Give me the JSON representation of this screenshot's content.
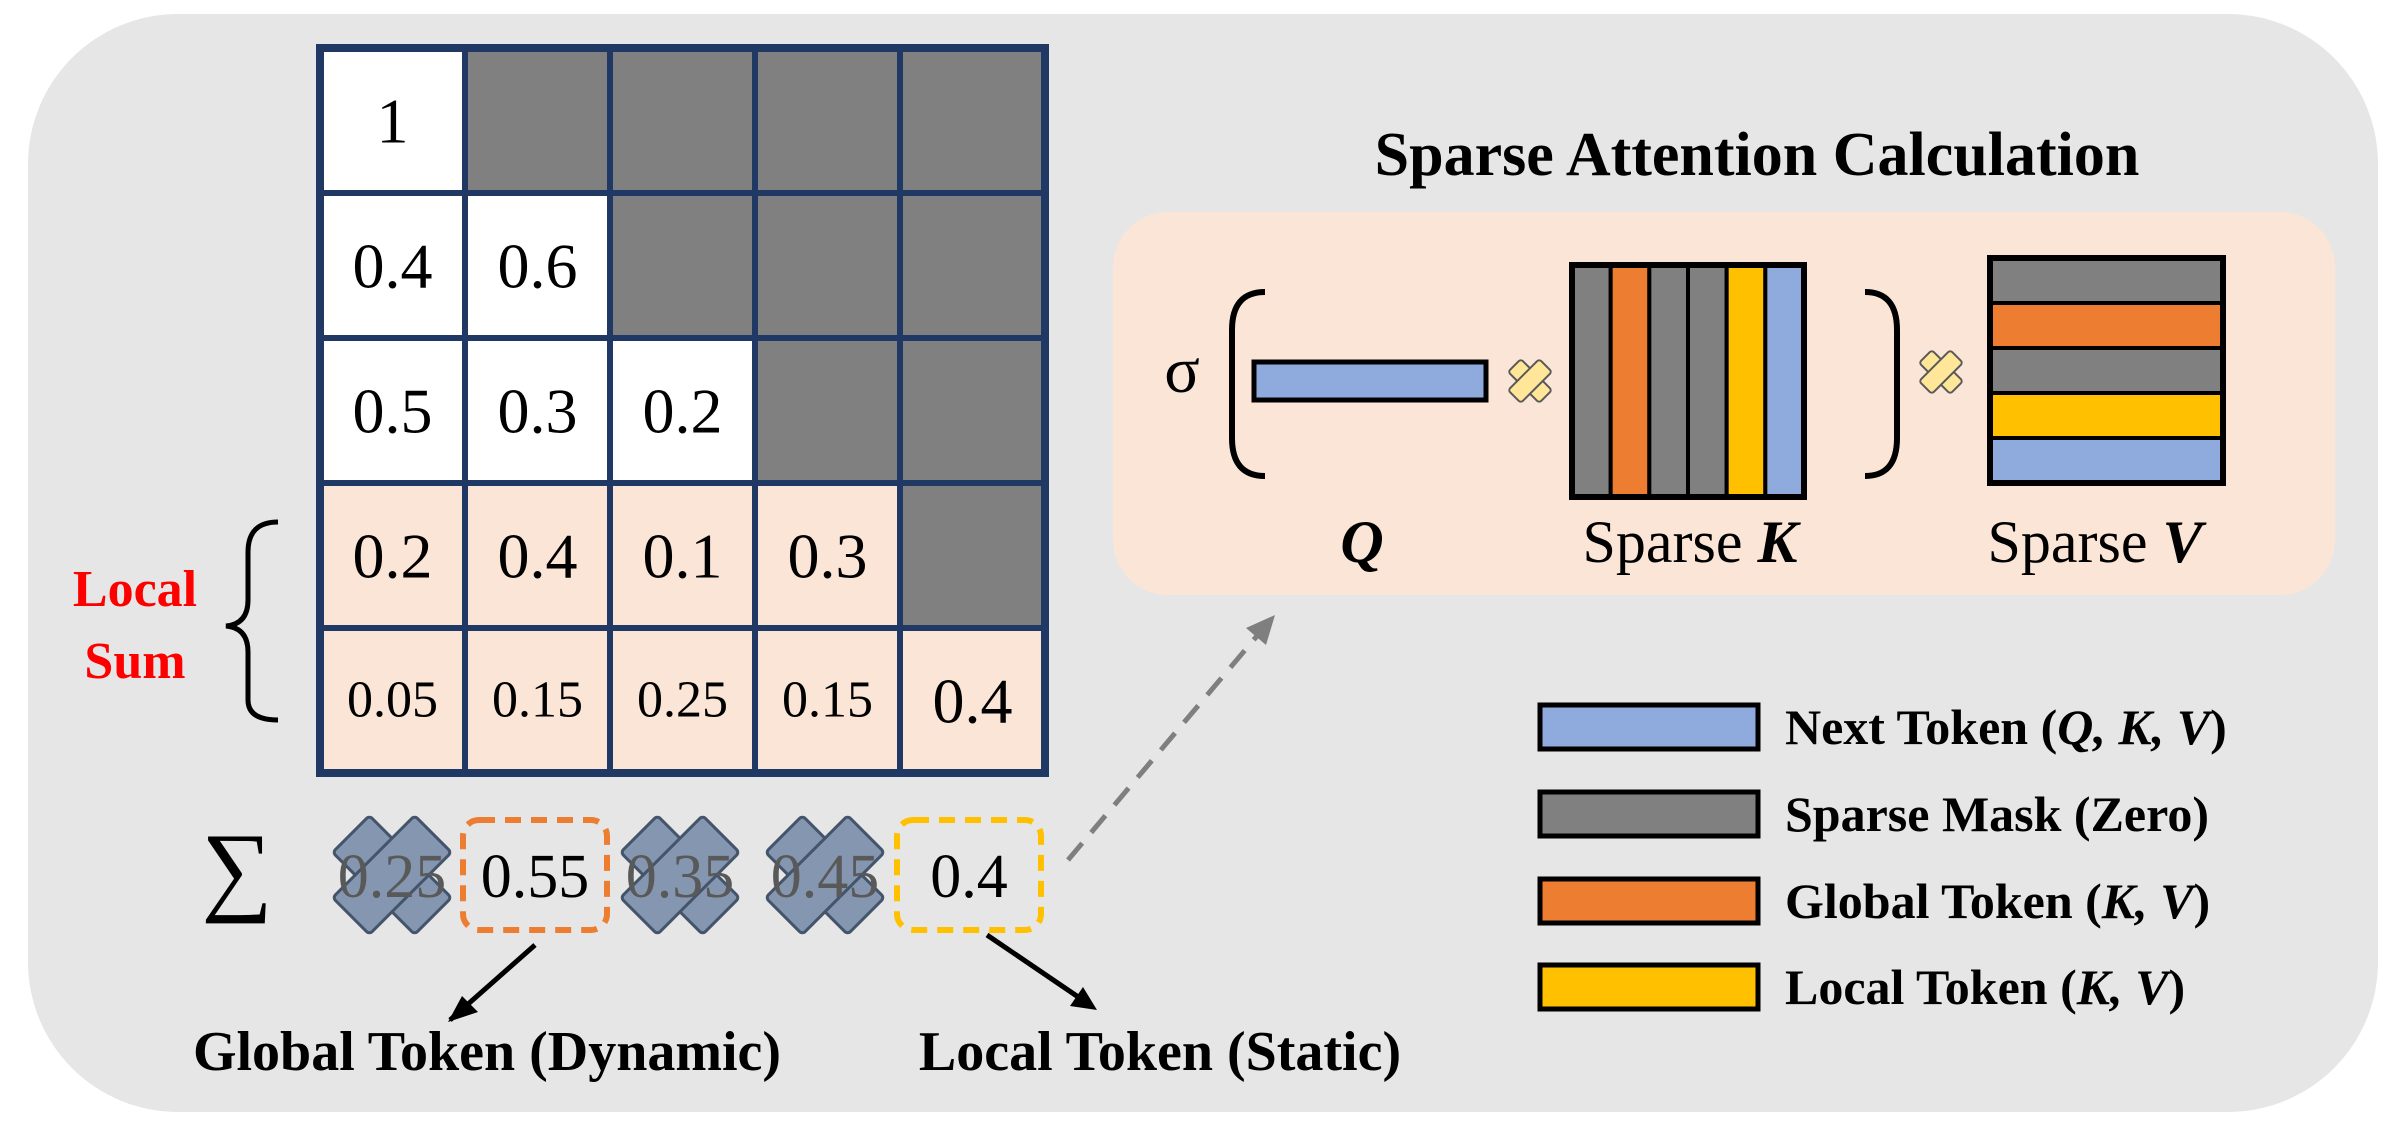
{
  "matrix": {
    "rows": [
      [
        "1",
        "",
        "",
        "",
        ""
      ],
      [
        "0.4",
        "0.6",
        "",
        "",
        ""
      ],
      [
        "0.5",
        "0.3",
        "0.2",
        "",
        ""
      ],
      [
        "0.2",
        "0.4",
        "0.1",
        "0.3",
        ""
      ],
      [
        "0.05",
        "0.15",
        "0.25",
        "0.15",
        "0.4"
      ]
    ]
  },
  "local_sum_label": [
    "Local",
    "Sum"
  ],
  "sum_symbol": "∑",
  "sums": [
    "0.25",
    "0.55",
    "0.35",
    "0.45",
    "0.4"
  ],
  "sum_states": [
    "dropped",
    "global",
    "dropped",
    "dropped",
    "local"
  ],
  "global_token_caption": "Global Token (Dynamic)",
  "local_token_caption": "Local Token (Static)",
  "calc": {
    "title": "Sparse Attention Calculation",
    "sigma": "σ",
    "q_label": "Q",
    "k_label_prefix": "Sparse ",
    "k_label_var": "K",
    "v_label_prefix": "Sparse ",
    "v_label_var": "V",
    "k_columns": [
      "mask",
      "global",
      "mask",
      "mask",
      "local",
      "next"
    ],
    "v_rows": [
      "mask",
      "global",
      "mask",
      "local",
      "next"
    ]
  },
  "legend": [
    {
      "key": "next",
      "label": "Next Token (",
      "vars": "Q, K, V",
      "end": ")"
    },
    {
      "key": "mask",
      "label": "Sparse Mask (Zero)",
      "vars": "",
      "end": ""
    },
    {
      "key": "global",
      "label": "Global Token (",
      "vars": "K, V",
      "end": ")"
    },
    {
      "key": "local",
      "label": "Local Token (",
      "vars": "K, V",
      "end": ")"
    }
  ],
  "colors": {
    "next": "#8faadc",
    "mask": "#808080",
    "global": "#ed7d31",
    "local": "#ffc000",
    "panel_bg": "#e6e6e6",
    "calc_bg": "#fbe5d6",
    "cell_local": "#fbe5d6",
    "grid_border": "#1f3864",
    "local_sum_text": "#ff0000",
    "cross": "#8496b0",
    "mult": "#ffe699"
  }
}
